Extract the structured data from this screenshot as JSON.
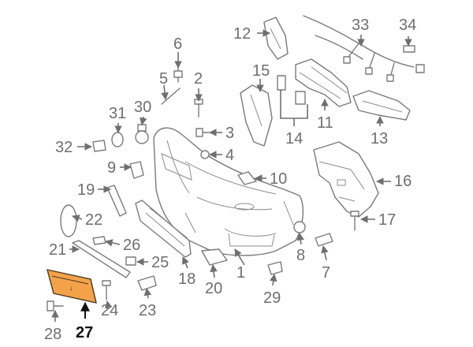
{
  "diagram": {
    "highlight_color": "#f4a24a",
    "callouts": [
      {
        "id": "c1",
        "label": "1"
      },
      {
        "id": "c2",
        "label": "2"
      },
      {
        "id": "c3",
        "label": "3"
      },
      {
        "id": "c4",
        "label": "4"
      },
      {
        "id": "c5",
        "label": "5"
      },
      {
        "id": "c6",
        "label": "6"
      },
      {
        "id": "c7",
        "label": "7"
      },
      {
        "id": "c8",
        "label": "8"
      },
      {
        "id": "c9",
        "label": "9"
      },
      {
        "id": "c10",
        "label": "10"
      },
      {
        "id": "c11",
        "label": "11"
      },
      {
        "id": "c12",
        "label": "12"
      },
      {
        "id": "c13",
        "label": "13"
      },
      {
        "id": "c14",
        "label": "14"
      },
      {
        "id": "c15",
        "label": "15"
      },
      {
        "id": "c16",
        "label": "16"
      },
      {
        "id": "c17",
        "label": "17"
      },
      {
        "id": "c18",
        "label": "18"
      },
      {
        "id": "c19",
        "label": "19"
      },
      {
        "id": "c20",
        "label": "20"
      },
      {
        "id": "c21",
        "label": "21"
      },
      {
        "id": "c22",
        "label": "22"
      },
      {
        "id": "c23",
        "label": "23"
      },
      {
        "id": "c24",
        "label": "24"
      },
      {
        "id": "c25",
        "label": "25"
      },
      {
        "id": "c26",
        "label": "26"
      },
      {
        "id": "c27",
        "label": "27",
        "highlighted": true
      },
      {
        "id": "c28",
        "label": "28"
      },
      {
        "id": "c29",
        "label": "29"
      },
      {
        "id": "c30",
        "label": "30"
      },
      {
        "id": "c31",
        "label": "31"
      },
      {
        "id": "c32",
        "label": "32"
      },
      {
        "id": "c33",
        "label": "33"
      },
      {
        "id": "c34",
        "label": "34"
      }
    ]
  }
}
